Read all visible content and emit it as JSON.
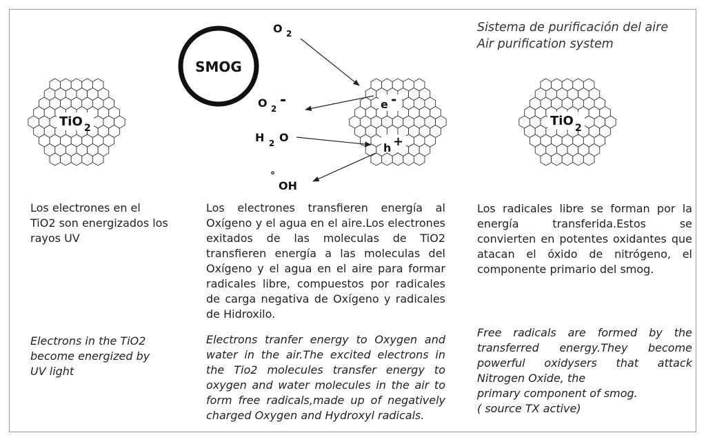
{
  "header": {
    "title_es": "Sistema de purificación del aire",
    "title_en": "Air purification system"
  },
  "diagram": {
    "smog_label": "SMOG",
    "tio2_main": "TiO",
    "tio2_sub": "2",
    "o2_main": "O",
    "o2_sub": "2",
    "o2minus_main": "O",
    "o2minus_sub": "2",
    "minus_sign": "-",
    "h2o_h": "H",
    "h2o_sub": "2",
    "h2o_o": "O",
    "oh_dot": "°",
    "oh_main": "OH",
    "electron_main": "e",
    "electron_sign": "-",
    "hole_main": "h",
    "hole_sign": "+"
  },
  "columns": {
    "left": {
      "es": "Los electrones en el TiO2 son energizados los rayos UV",
      "en": "Electrons in the TiO2 become energized by UV light"
    },
    "middle": {
      "es": "Los electrones transfieren energía al Oxígeno y el agua en el aire.Los electrones exitados de las moleculas de TiO2 transfieren energía a las moleculas del Oxígeno y el agua en el aire para formar radicales libre, compuestos por radicales de carga negativa de Oxígeno y radicales de Hidroxilo.",
      "en": "Electrons tranfer energy to Oxygen and water in the air.The excited electrons in the Tio2 molecules transfer energy to oxygen and water molecules in the air to form free radicals,made up of negatively charged Oxygen and Hydroxyl radicals."
    },
    "right": {
      "es": "Los radicales libre se forman por la energía transferida.Estos se convierten en potentes oxidantes que atacan el óxido de nitrógeno, el componente primario del smog.",
      "en_line1": "Free radicals are formed by the transferred energy.They become powerful oxidysers that attack Nitrogen Oxide, the",
      "en_line2": "primary component of smog.",
      "en_line3": "( source TX active)"
    }
  }
}
